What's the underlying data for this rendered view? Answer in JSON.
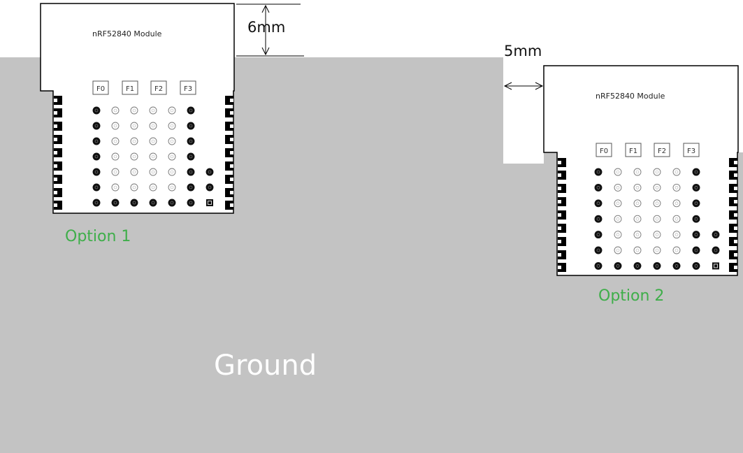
{
  "colors": {
    "ground": "#c3c3c3",
    "module_fill": "#ffffff",
    "module_outline": "#000000",
    "option_text": "#3fae4a",
    "ground_text": "#ffffff"
  },
  "ground": {
    "label": "Ground"
  },
  "dimensions": {
    "top_clearance": "6mm",
    "side_clearance": "5mm"
  },
  "modules": [
    {
      "id": "option-1",
      "title": "nRF52840 Module",
      "option_label": "Option 1",
      "pads": [
        "F0",
        "F1",
        "F2",
        "F3"
      ]
    },
    {
      "id": "option-2",
      "title": "nRF52840 Module",
      "option_label": "Option 2",
      "pads": [
        "F0",
        "F1",
        "F2",
        "F3"
      ]
    }
  ]
}
